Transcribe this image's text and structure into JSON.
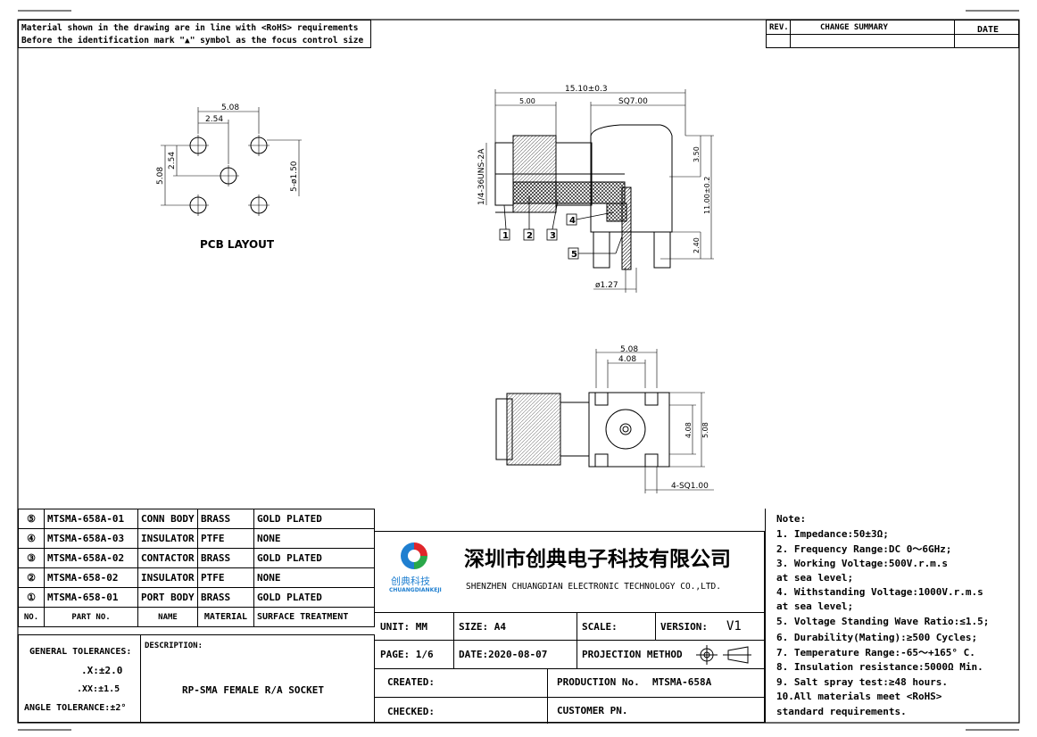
{
  "top_note": {
    "line1": "Material shown in the drawing are in line with <RoHS> requirements",
    "line2": "Before the identification mark \"▲\" symbol as the focus control size"
  },
  "revision": {
    "rev": "REV.",
    "summary": "CHANGE SUMMARY",
    "date": "DATE"
  },
  "pcb": {
    "title": "PCB LAYOUT",
    "dim_width": "5.08",
    "dim_half_width": "2.54",
    "dim_height": "5.08",
    "dim_half_height": "2.54",
    "dim_hole": "5-ø1.50"
  },
  "side_view": {
    "dim_total": "15.10±0.3",
    "dim_left": "5.00",
    "dim_sq": "SQ7.00",
    "dim_thread": "1/4-36UNS-2A",
    "dim_350": "3.50",
    "dim_1100": "11.00±0.2",
    "dim_240": "2.40",
    "dim_127": "ø1.27",
    "callouts": [
      "1",
      "2",
      "3",
      "4",
      "5"
    ]
  },
  "top_view": {
    "dim_508": "5.08",
    "dim_408": "4.08",
    "dim_v408": "4.08",
    "dim_v508": "5.08",
    "dim_sq": "4-SQ1.00"
  },
  "bom": {
    "rows": [
      {
        "no": "⑤",
        "part": "MTSMA-658A-01",
        "name": "CONN BODY",
        "material": "BRASS",
        "surface": "GOLD PLATED"
      },
      {
        "no": "④",
        "part": "MTSMA-658A-03",
        "name": "INSULATOR",
        "material": "PTFE",
        "surface": "NONE"
      },
      {
        "no": "③",
        "part": "MTSMA-658A-02",
        "name": "CONTACTOR",
        "material": "BRASS",
        "surface": "GOLD PLATED"
      },
      {
        "no": "②",
        "part": "MTSMA-658-02",
        "name": "INSULATOR",
        "material": "PTFE",
        "surface": "NONE"
      },
      {
        "no": "①",
        "part": "MTSMA-658-01",
        "name": "PORT BODY",
        "material": "BRASS",
        "surface": "GOLD PLATED"
      }
    ],
    "header": {
      "no": "NO.",
      "part": "PART NO.",
      "name": "NAME",
      "material": "MATERIAL",
      "surface": "SURFACE TREATMENT"
    }
  },
  "tolerances": {
    "title": "GENERAL TOLERANCES:",
    "x": ".X:±2.0",
    "xx": ".XX:±1.5",
    "angle": "ANGLE TOLERANCE:±2°"
  },
  "description": {
    "label": "DESCRIPTION:",
    "value": "RP-SMA FEMALE R/A SOCKET"
  },
  "company": {
    "logo_cn": "创典科技",
    "logo_en": "CHUANGDIANKEJI",
    "name_cn": "深圳市创典电子科技有限公司",
    "name_en": "SHENZHEN CHUANGDIAN ELECTRONIC TECHNOLOGY CO.,LTD.",
    "colors": {
      "red": "#e0262b",
      "blue": "#1f7fd0",
      "green": "#2aa84a"
    }
  },
  "title_block": {
    "unit": "UNIT: MM",
    "size": "SIZE: A4",
    "scale": "SCALE:",
    "version_label": "VERSION:",
    "version": "V1",
    "page": "PAGE: 1/6",
    "date": "DATE:2020-08-07",
    "projection": "PROJECTION METHOD",
    "created": "CREATED:",
    "production_label": "PRODUCTION No.",
    "production": "MTSMA-658A",
    "checked": "CHECKED:",
    "customer": "CUSTOMER PN."
  },
  "notes": {
    "title": "Note:",
    "items": [
      "1. Impedance:50±3Ω;",
      "2. Frequency Range:DC 0～6GHz;",
      "3. Working Voltage:500V.r.m.s",
      "   at sea level;",
      "4. Withstanding Voltage:1000V.r.m.s",
      "   at sea level;",
      "5. Voltage Standing Wave Ratio:≤1.5;",
      "6. Durability(Mating):≥500 Cycles;",
      "7. Temperature Range:-65～+165° C.",
      "8. Insulation resistance:5000Ω Min.",
      "9. Salt spray test:≥48 hours.",
      "10.All materials meet <RoHS>",
      "   standard requirements."
    ]
  }
}
